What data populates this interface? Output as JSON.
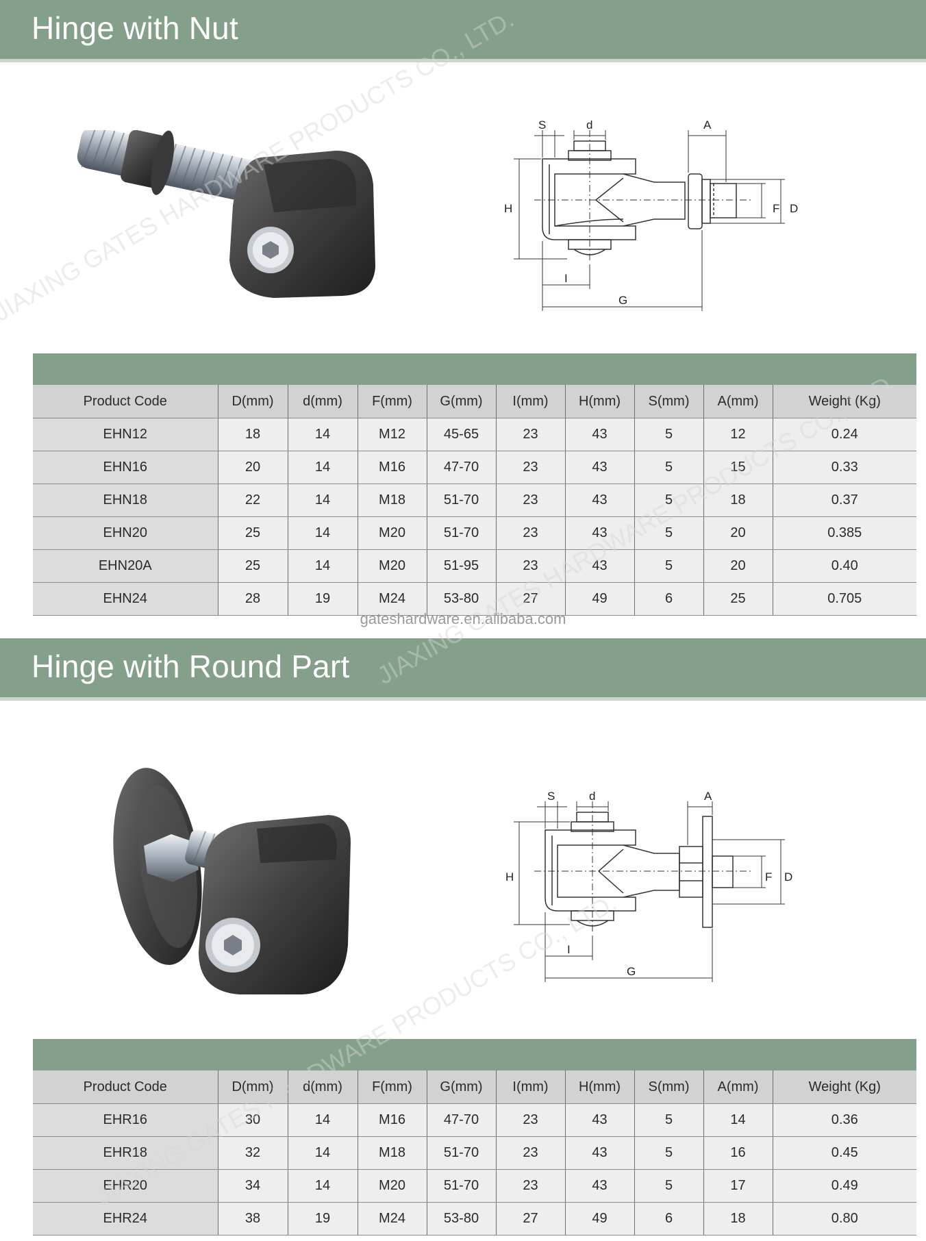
{
  "sections": [
    {
      "title": "Hinge with Nut",
      "diagram_labels": {
        "s": "S",
        "d_small": "d",
        "a": "A",
        "h": "H",
        "f": "F",
        "d_big": "D",
        "i": "I",
        "g": "G"
      },
      "columns": [
        "Product Code",
        "D(mm)",
        "d(mm)",
        "F(mm)",
        "G(mm)",
        "I(mm)",
        "H(mm)",
        "S(mm)",
        "A(mm)",
        "Weight (Kg)"
      ],
      "rows": [
        [
          "EHN12",
          "18",
          "14",
          "M12",
          "45-65",
          "23",
          "43",
          "5",
          "12",
          "0.24"
        ],
        [
          "EHN16",
          "20",
          "14",
          "M16",
          "47-70",
          "23",
          "43",
          "5",
          "15",
          "0.33"
        ],
        [
          "EHN18",
          "22",
          "14",
          "M18",
          "51-70",
          "23",
          "43",
          "5",
          "18",
          "0.37"
        ],
        [
          "EHN20",
          "25",
          "14",
          "M20",
          "51-70",
          "23",
          "43",
          "5",
          "20",
          "0.385"
        ],
        [
          "EHN20A",
          "25",
          "14",
          "M20",
          "51-95",
          "23",
          "43",
          "5",
          "20",
          "0.40"
        ],
        [
          "EHN24",
          "28",
          "19",
          "M24",
          "53-80",
          "27",
          "49",
          "6",
          "25",
          "0.705"
        ]
      ]
    },
    {
      "title": "Hinge with Round Part",
      "diagram_labels": {
        "s": "S",
        "d_small": "d",
        "a": "A",
        "h": "H",
        "f": "F",
        "d_big": "D",
        "i": "I",
        "g": "G"
      },
      "columns": [
        "Product Code",
        "D(mm)",
        "d(mm)",
        "F(mm)",
        "G(mm)",
        "I(mm)",
        "H(mm)",
        "S(mm)",
        "A(mm)",
        "Weight (Kg)"
      ],
      "rows": [
        [
          "EHR16",
          "30",
          "14",
          "M16",
          "47-70",
          "23",
          "43",
          "5",
          "14",
          "0.36"
        ],
        [
          "EHR18",
          "32",
          "14",
          "M18",
          "51-70",
          "23",
          "43",
          "5",
          "16",
          "0.45"
        ],
        [
          "EHR20",
          "34",
          "14",
          "M20",
          "51-70",
          "23",
          "43",
          "5",
          "17",
          "0.49"
        ],
        [
          "EHR24",
          "38",
          "19",
          "M24",
          "53-80",
          "27",
          "49",
          "6",
          "18",
          "0.80"
        ]
      ]
    }
  ],
  "website": "gateshardware.en.alibaba.com",
  "watermark_text": "JIAXING GATES HARDWARE PRODUCTS CO., LTD.",
  "colors": {
    "banner": "#84a08a",
    "header_row": "#d2d2d2",
    "code_cell": "#dcdcdc",
    "cell": "#eeeeee"
  }
}
